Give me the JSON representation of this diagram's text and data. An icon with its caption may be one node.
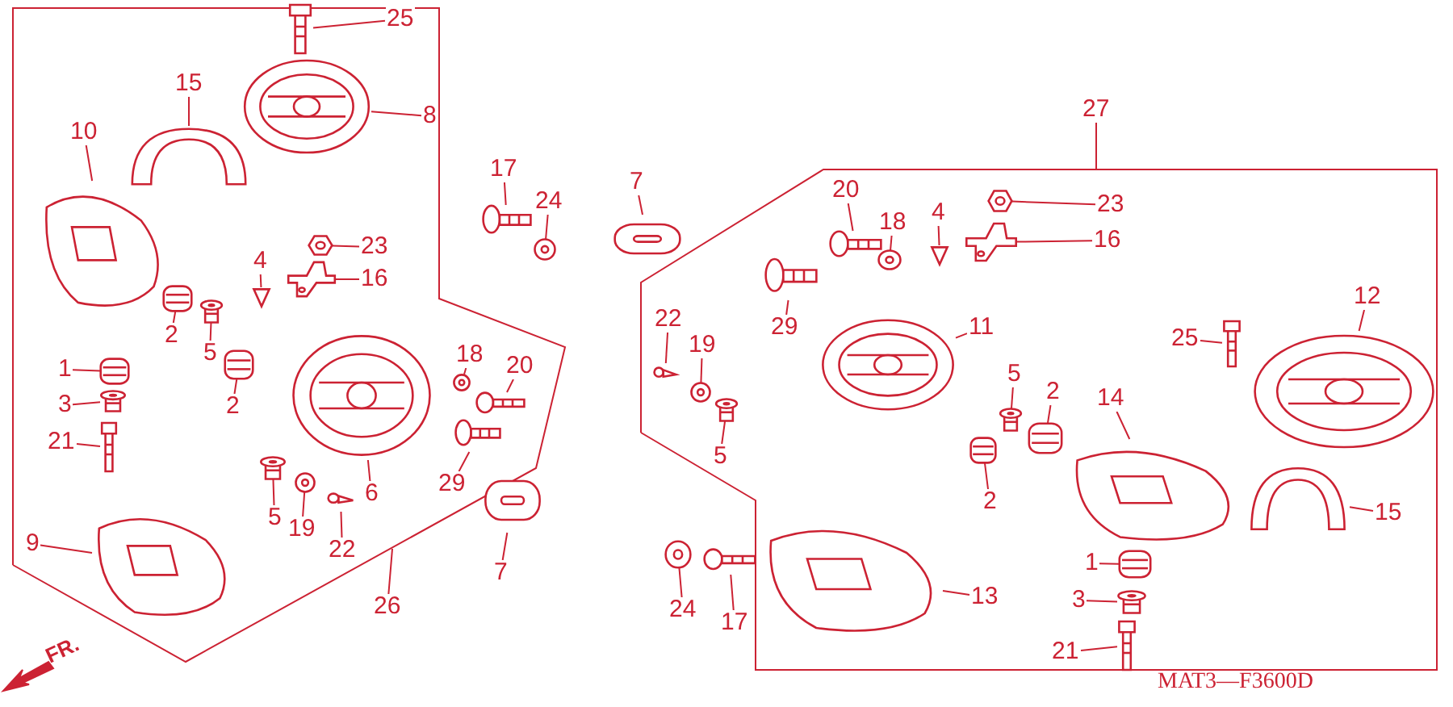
{
  "diagram": {
    "nodes": [
      {
        "text": [
          "25"
        ]
      },
      {
        "text": [],
        "shape": "picture"
      },
      {
        "text": [
          "8"
        ]
      },
      {
        "text": [],
        "shape": "picture"
      },
      {
        "text": [
          "15"
        ]
      },
      {
        "text": [],
        "shape": "picture"
      },
      {
        "text": [
          "10"
        ]
      },
      {
        "text": [],
        "shape": "picture"
      },
      {
        "text": [
          "2"
        ]
      },
      {
        "text": [],
        "shape": "picture"
      },
      {
        "text": [
          "5"
        ]
      },
      {
        "text": [],
        "shape": "picture"
      },
      {
        "text": [
          "4"
        ]
      },
      {
        "text": [],
        "shape": "picture"
      },
      {
        "text": [
          "23"
        ]
      },
      {
        "text": [],
        "shape": "picture"
      },
      {
        "text": [
          "16"
        ]
      },
      {
        "text": [],
        "shape": "picture"
      },
      {
        "text": [
          "2"
        ]
      },
      {
        "text": [],
        "shape": "picture"
      },
      {
        "text": [
          "1"
        ]
      },
      {
        "text": [],
        "shape": "picture"
      },
      {
        "text": [
          "3"
        ]
      },
      {
        "text": [],
        "shape": "picture"
      },
      {
        "text": [
          "21"
        ]
      },
      {
        "text": [],
        "shape": "picture"
      },
      {
        "text": [
          "18"
        ]
      },
      {
        "text": [],
        "shape": "picture"
      },
      {
        "text": [
          "20"
        ]
      },
      {
        "text": [],
        "shape": "picture"
      },
      {
        "text": [
          "6"
        ]
      },
      {
        "text": [],
        "shape": "picture"
      },
      {
        "text": [
          "29"
        ]
      },
      {
        "text": [],
        "shape": "picture"
      },
      {
        "text": [
          "5"
        ]
      },
      {
        "text": [],
        "shape": "picture"
      },
      {
        "text": [
          "19"
        ]
      },
      {
        "text": [],
        "shape": "picture"
      },
      {
        "text": [
          "22"
        ]
      },
      {
        "text": [],
        "shape": "picture"
      },
      {
        "text": [
          "7"
        ]
      },
      {
        "text": [],
        "shape": "picture"
      },
      {
        "text": [
          "9"
        ]
      },
      {
        "text": [],
        "shape": "picture"
      },
      {
        "text": [
          "17"
        ]
      },
      {
        "text": [],
        "shape": "picture"
      },
      {
        "text": [
          "24"
        ]
      },
      {
        "text": [],
        "shape": "picture"
      },
      {
        "text": [
          "7"
        ]
      },
      {
        "text": [],
        "shape": "picture"
      },
      {
        "text": [
          "20"
        ]
      },
      {
        "text": [],
        "shape": "picture"
      },
      {
        "text": [
          "18"
        ]
      },
      {
        "text": [],
        "shape": "picture"
      },
      {
        "text": [
          "4"
        ]
      },
      {
        "text": [],
        "shape": "picture"
      },
      {
        "text": [
          "23"
        ]
      },
      {
        "text": [],
        "shape": "picture"
      },
      {
        "text": [
          "16"
        ]
      },
      {
        "text": [],
        "shape": "picture"
      },
      {
        "text": [
          "29"
        ]
      },
      {
        "text": [],
        "shape": "picture"
      },
      {
        "text": [
          "22"
        ]
      },
      {
        "text": [],
        "shape": "picture"
      },
      {
        "text": [
          "19"
        ]
      },
      {
        "text": [],
        "shape": "picture"
      },
      {
        "text": [
          "5"
        ]
      },
      {
        "text": [],
        "shape": "picture"
      },
      {
        "text": [
          "11"
        ]
      },
      {
        "text": [],
        "shape": "picture"
      },
      {
        "text": [
          "5"
        ]
      },
      {
        "text": [],
        "shape": "picture"
      },
      {
        "text": [
          "2"
        ]
      },
      {
        "text": [],
        "shape": "picture"
      },
      {
        "text": [
          "2"
        ]
      },
      {
        "text": [],
        "shape": "picture"
      },
      {
        "text": [
          "25"
        ]
      },
      {
        "text": [],
        "shape": "picture"
      },
      {
        "text": [
          "12"
        ]
      },
      {
        "text": [],
        "shape": "picture"
      },
      {
        "text": [
          "14"
        ]
      },
      {
        "text": [],
        "shape": "picture"
      },
      {
        "text": [
          "15"
        ]
      },
      {
        "text": [],
        "shape": "picture"
      },
      {
        "text": [
          "24"
        ]
      },
      {
        "text": [],
        "shape": "picture"
      },
      {
        "text": [
          "17"
        ]
      },
      {
        "text": [],
        "shape": "picture"
      },
      {
        "text": [
          "13"
        ]
      },
      {
        "text": [],
        "shape": "picture"
      },
      {
        "text": [
          "1"
        ]
      },
      {
        "text": [],
        "shape": "picture"
      },
      {
        "text": [
          "3"
        ]
      },
      {
        "text": [],
        "shape": "picture"
      },
      {
        "text": [
          "21"
        ]
      },
      {
        "text": [],
        "shape": "picture"
      },
      {
        "text": [
          "26"
        ]
      },
      {
        "text": [
          "27"
        ]
      }
    ],
    "edges": [
      {
        "from": 0,
        "to": 1,
        "arrow": "none"
      },
      {
        "from": 2,
        "to": 3,
        "arrow": "none"
      },
      {
        "from": 4,
        "to": 5,
        "arrow": "none"
      },
      {
        "from": 6,
        "to": 7,
        "arrow": "none"
      },
      {
        "from": 8,
        "to": 9,
        "arrow": "none"
      },
      {
        "from": 10,
        "to": 11,
        "arrow": "none"
      },
      {
        "from": 12,
        "to": 13,
        "arrow": "none"
      },
      {
        "from": 14,
        "to": 15,
        "arrow": "none"
      },
      {
        "from": 16,
        "to": 17,
        "arrow": "none"
      },
      {
        "from": 18,
        "to": 19,
        "arrow": "none"
      },
      {
        "from": 20,
        "to": 21,
        "arrow": "none"
      },
      {
        "from": 22,
        "to": 23,
        "arrow": "none"
      },
      {
        "from": 24,
        "to": 25,
        "arrow": "none"
      },
      {
        "from": 26,
        "to": 27,
        "arrow": "none"
      },
      {
        "from": 28,
        "to": 29,
        "arrow": "none"
      },
      {
        "from": 30,
        "to": 31,
        "arrow": "none"
      },
      {
        "from": 32,
        "to": 33,
        "arrow": "none"
      },
      {
        "from": 34,
        "to": 35,
        "arrow": "none"
      },
      {
        "from": 36,
        "to": 37,
        "arrow": "none"
      },
      {
        "from": 38,
        "to": 39,
        "arrow": "none"
      },
      {
        "from": 40,
        "to": 41,
        "arrow": "none"
      },
      {
        "from": 42,
        "to": 43,
        "arrow": "none"
      },
      {
        "from": 44,
        "to": 45,
        "arrow": "none"
      },
      {
        "from": 46,
        "to": 47,
        "arrow": "none"
      },
      {
        "from": 48,
        "to": 49,
        "arrow": "none"
      },
      {
        "from": 50,
        "to": 51,
        "arrow": "none"
      },
      {
        "from": 52,
        "to": 53,
        "arrow": "none"
      },
      {
        "from": 54,
        "to": 55,
        "arrow": "none"
      },
      {
        "from": 56,
        "to": 57,
        "arrow": "none"
      },
      {
        "from": 58,
        "to": 59,
        "arrow": "none"
      },
      {
        "from": 60,
        "to": 61,
        "arrow": "none"
      },
      {
        "from": 62,
        "to": 63,
        "arrow": "none"
      },
      {
        "from": 64,
        "to": 65,
        "arrow": "none"
      },
      {
        "from": 66,
        "to": 67,
        "arrow": "none"
      },
      {
        "from": 68,
        "to": 69,
        "arrow": "none"
      },
      {
        "from": 70,
        "to": 71,
        "arrow": "none"
      },
      {
        "from": 72,
        "to": 73,
        "arrow": "none"
      },
      {
        "from": 74,
        "to": 75,
        "arrow": "none"
      },
      {
        "from": 76,
        "to": 77,
        "arrow": "none"
      },
      {
        "from": 78,
        "to": 79,
        "arrow": "none"
      },
      {
        "from": 80,
        "to": 81,
        "arrow": "none"
      },
      {
        "from": 82,
        "to": 83,
        "arrow": "none"
      },
      {
        "from": 84,
        "to": 85,
        "arrow": "none"
      },
      {
        "from": 86,
        "to": 87,
        "arrow": "none"
      },
      {
        "from": 88,
        "to": 89,
        "arrow": "none"
      },
      {
        "from": 90,
        "to": 91,
        "arrow": "none"
      },
      {
        "from": 92,
        "to": 93,
        "arrow": "none"
      },
      {
        "from": 94,
        "to": 95,
        "arrow": "none"
      },
      {
        "from": 96,
        "to": null,
        "arrow": "none"
      },
      {
        "from": 97,
        "to": null,
        "arrow": "none"
      }
    ],
    "labels": [
      "FR.",
      "MAT3—F3600D"
    ]
  }
}
